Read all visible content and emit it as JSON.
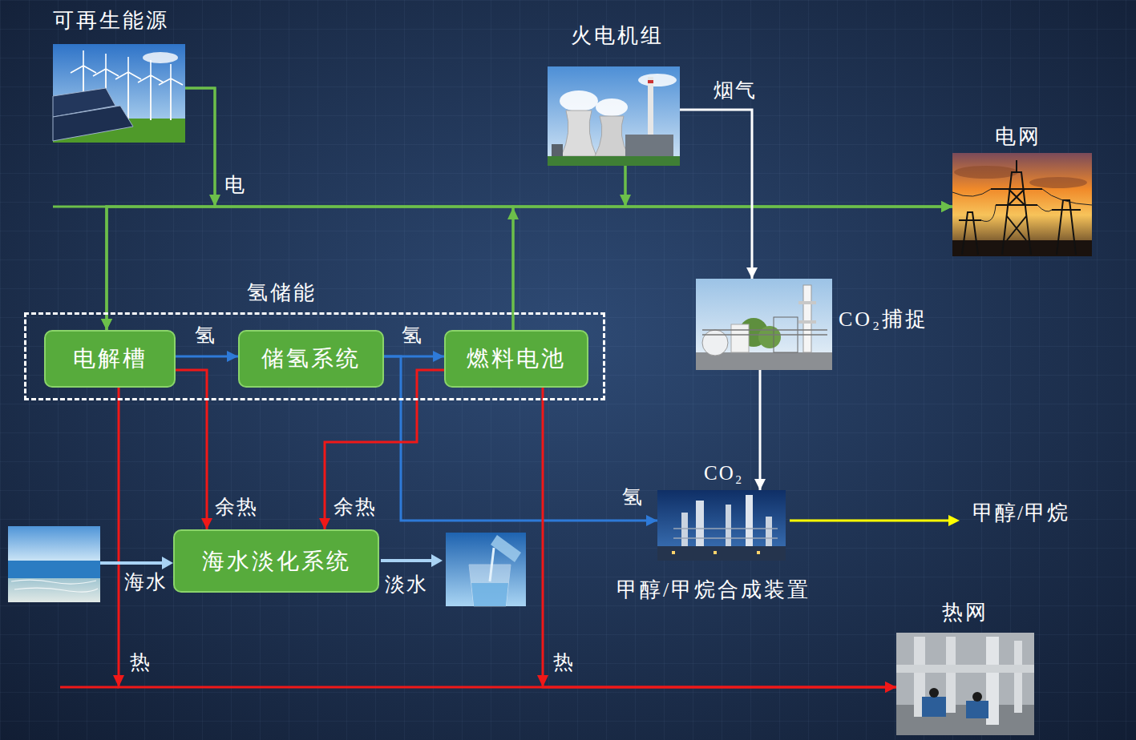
{
  "diagram": {
    "nodes": [
      {
        "text": [
          "可再生能源"
        ]
      },
      {
        "text": [
          "火电机组"
        ]
      },
      {
        "text": [
          "电网"
        ]
      },
      {
        "text": [
          "氢储能"
        ]
      },
      {
        "text": [
          "电解槽"
        ],
        "in": 3
      },
      {
        "text": [
          "储氢系统"
        ],
        "in": 3
      },
      {
        "text": [
          "燃料电池"
        ],
        "in": 3
      },
      {
        "text": [
          "CO₂捕捉"
        ]
      },
      {
        "text": [
          "甲醇/甲烷合成装置"
        ]
      },
      {
        "text": [
          "海水淡化系统"
        ]
      },
      {
        "text": [
          "热网"
        ]
      }
    ],
    "edges": [
      {
        "from": 0,
        "to": 4,
        "label": "电",
        "arrow": "to"
      },
      {
        "from": 0,
        "to": 2,
        "arrow": "to"
      },
      {
        "from": 1,
        "to": 4,
        "arrow": "to"
      },
      {
        "from": 1,
        "to": 2,
        "arrow": "to"
      },
      {
        "from": 6,
        "to": 4,
        "arrow": "to"
      },
      {
        "from": 6,
        "to": 2,
        "arrow": "to"
      },
      {
        "from": 4,
        "to": 5,
        "label": "氢",
        "arrow": "to"
      },
      {
        "from": 5,
        "to": 6,
        "label": "氢",
        "arrow": "to"
      },
      {
        "from": 5,
        "to": 8,
        "label": "氢",
        "arrow": "to"
      },
      {
        "from": 1,
        "to": 7,
        "label": "烟气",
        "arrow": "to"
      },
      {
        "from": 7,
        "to": 8,
        "label": "CO₂",
        "arrow": "to"
      },
      {
        "from": 4,
        "to": 9,
        "label": "余热",
        "arrow": "to"
      },
      {
        "from": 6,
        "to": 9,
        "label": "余热",
        "arrow": "to"
      },
      {
        "from": 4,
        "to": 10,
        "label": "热",
        "arrow": "to"
      },
      {
        "from": 6,
        "to": 10,
        "label": "热",
        "arrow": "to"
      }
    ],
    "labels": [
      "甲醇/甲烷",
      "海水",
      "淡水"
    ]
  }
}
